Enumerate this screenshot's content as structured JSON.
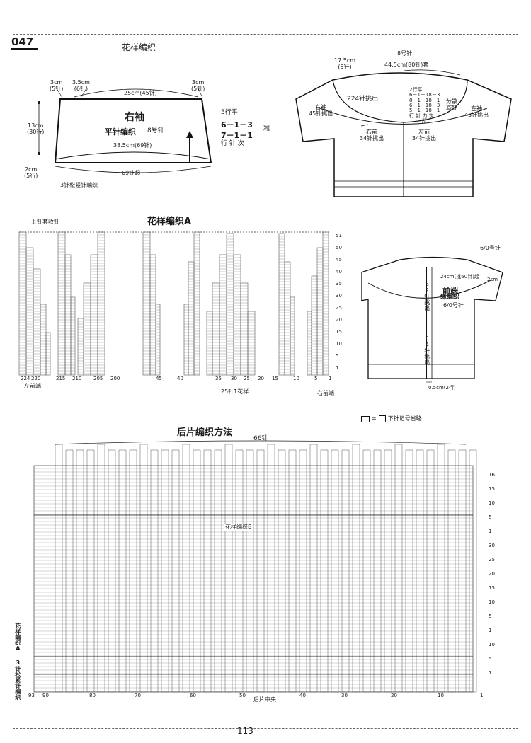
{
  "page": {
    "pattern_number": "047",
    "page_number": "113",
    "section_title": "花样编织"
  },
  "sleeve": {
    "title": "右袖",
    "stitch": "平针编织",
    "needle": "8号针",
    "top_width": "25cm(45针)",
    "left_w": "3cm",
    "left_w_st": "(5针)",
    "left2_w": "3.5cm",
    "left2_w_st": "(6针)",
    "right_w": "3cm",
    "right_w_st": "(5针)",
    "height": "13cm",
    "height_rows": "(30行)",
    "hem": "2cm",
    "hem_rows": "(5行)",
    "bottom_width": "38.5cm(69针)",
    "cast_on": "69针起",
    "rib": "3针松紧针编织",
    "dec_a": "5行平",
    "dec_b": "6－1－3",
    "dec_c": "7－1－1",
    "dec_label": "行 针 次",
    "dec_word": "减"
  },
  "yoke": {
    "needle": "8号针",
    "neck_width": "44.5cm(80针)套",
    "front_neck": "17.5cm",
    "front_neck_st": "(5行)",
    "back_pickup": "224针挑出",
    "right_sleeve": "右袖",
    "right_sleeve_pick": "45针挑出",
    "right_front": "右前",
    "right_front_pick": "34针挑出",
    "left_front": "左前",
    "left_front_pick": "34针挑出",
    "left_sleeve": "左袖",
    "left_sleeve_pick": "45针挑出",
    "dist_a": "分散",
    "dist_b": "减针",
    "rows": [
      "2行平",
      "6－1－18－3",
      "8－1－18－1",
      "6－1－18－3",
      "5－1－18－1"
    ],
    "rows_label": "行 针 力 次",
    "rows_label2": "所"
  },
  "chartA": {
    "title": "花样编织A",
    "top_label": "上针套收针",
    "left_end": "左前端",
    "right_end": "右前端",
    "repeat": "25针1花样",
    "x_ticks": [
      "224",
      "220",
      "215",
      "210",
      "205",
      "200",
      "45",
      "40",
      "35",
      "30",
      "25",
      "20",
      "15",
      "10",
      "5",
      "1"
    ],
    "y_ticks": [
      "51",
      "50",
      "45",
      "40",
      "35",
      "30",
      "25",
      "20",
      "15",
      "10",
      "5",
      "1"
    ]
  },
  "front": {
    "needle": "6/0号针",
    "neck": "24cm(挑60针)起",
    "neck_2": "2cm",
    "band_title": "前端",
    "band_stitch": "缘编织",
    "band_needle": "6/0号针",
    "pick_32": "32针挑出",
    "pick_54": "54针挑出",
    "bottom": "0.5cm(2行)"
  },
  "legend": {
    "symbol_note": "下针记号省略"
  },
  "back": {
    "title": "后片编织方法",
    "top_count": "66针",
    "pattern_b": "花样编织B",
    "center": "后片中央",
    "left_label_a": "花样编织A",
    "left_label_b": "3针松紧针编织",
    "x_ticks": [
      "93",
      "90",
      "80",
      "70",
      "60",
      "50",
      "40",
      "30",
      "20",
      "10",
      "1"
    ],
    "y_ticks": [
      "16",
      "15",
      "10",
      "5",
      "1",
      "30",
      "25",
      "20",
      "15",
      "10",
      "5",
      "1",
      "10",
      "5",
      "1"
    ]
  },
  "colors": {
    "ink": "#1a1a1a",
    "grid": "#555555",
    "frame": "#666666"
  }
}
